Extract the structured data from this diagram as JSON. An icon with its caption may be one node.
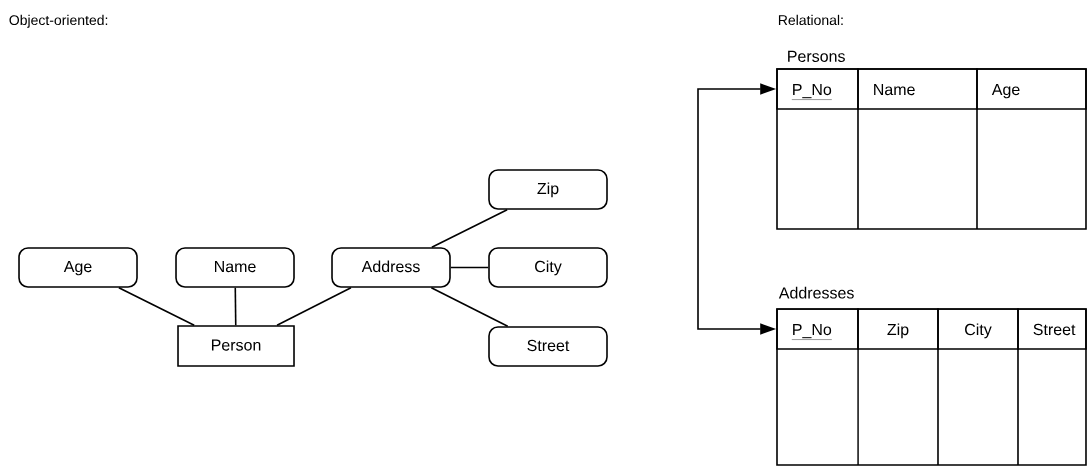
{
  "diagram": {
    "nodes": [
      {
        "text": [
          "Age"
        ]
      },
      {
        "text": [
          "Name"
        ]
      },
      {
        "text": [
          "Address"
        ]
      },
      {
        "text": [
          "Zip"
        ]
      },
      {
        "text": [
          "City"
        ]
      },
      {
        "text": [
          "Person"
        ]
      },
      {
        "text": [
          "Street"
        ]
      },
      {
        "text": [
          "Persons"
        ]
      },
      {
        "text": [
          "P_No"
        ],
        "in": 7
      },
      {
        "text": [
          "Name"
        ],
        "in": 7
      },
      {
        "text": [
          "Age"
        ],
        "in": 7
      },
      {
        "text": [
          "Addresses"
        ]
      },
      {
        "text": [
          "P_No"
        ],
        "in": 11
      },
      {
        "text": [
          "Zip"
        ],
        "in": 11
      },
      {
        "text": [
          "City"
        ],
        "in": 11
      },
      {
        "text": [
          "Street"
        ],
        "in": 11
      }
    ],
    "edges": [
      {
        "from": 0,
        "to": 5,
        "arrow": "none"
      },
      {
        "from": 1,
        "to": 5,
        "arrow": "none"
      },
      {
        "from": 2,
        "to": 5,
        "arrow": "none"
      },
      {
        "from": 2,
        "to": 3,
        "arrow": "none"
      },
      {
        "from": 2,
        "to": 4,
        "arrow": "none"
      },
      {
        "from": 2,
        "to": 6,
        "arrow": "none"
      },
      {
        "from": 8,
        "to": 12,
        "arrow": "both"
      }
    ],
    "labels": [
      "Object-oriented:",
      "Relational:"
    ]
  }
}
